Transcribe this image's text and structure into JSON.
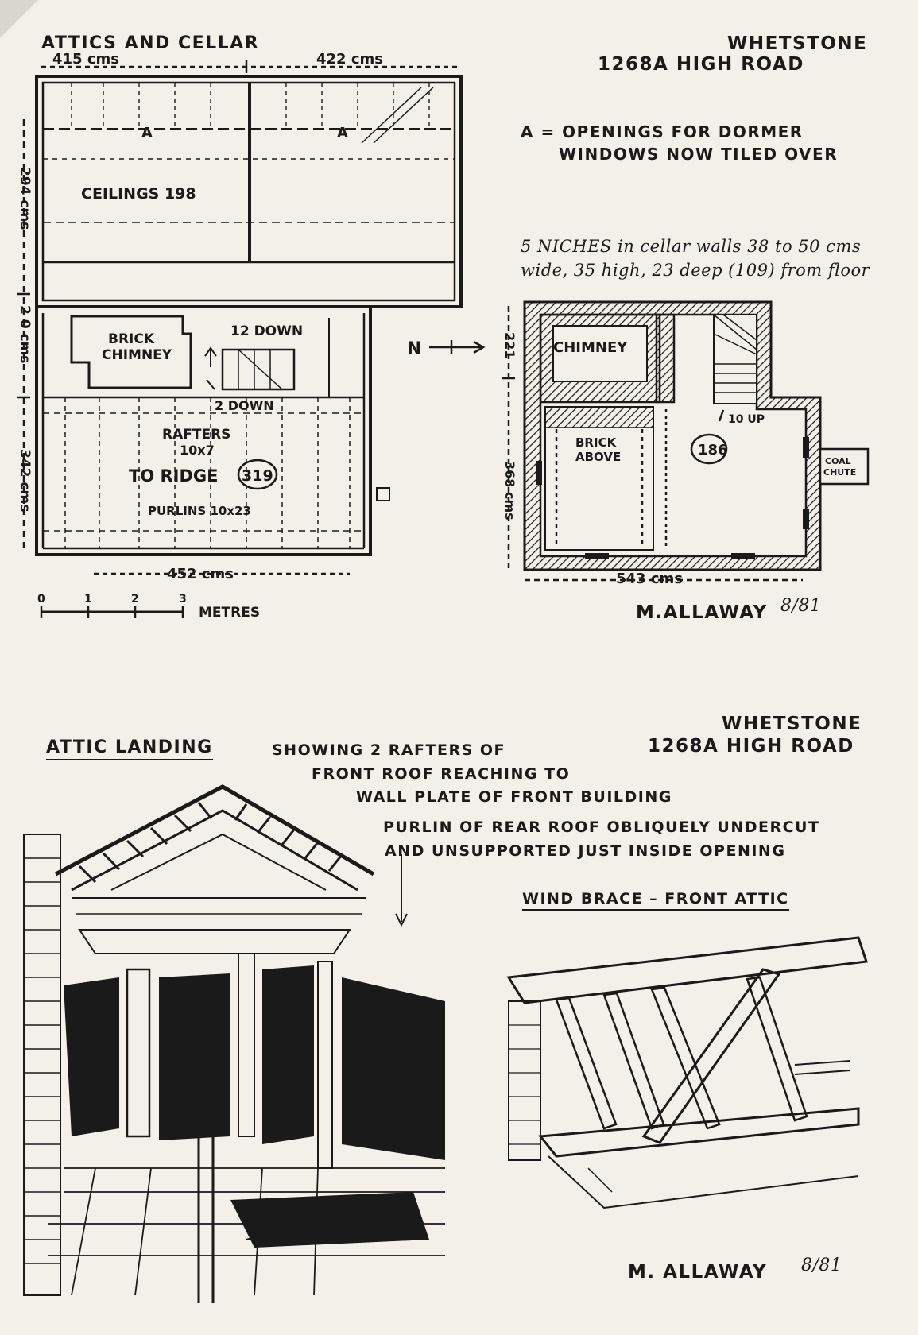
{
  "top": {
    "title": "ATTICS AND CELLAR",
    "site_line1": "WHETSTONE",
    "site_line2": "1268A  HIGH ROAD",
    "note_a": [
      "A = OPENINGS FOR DORMER",
      "WINDOWS  NOW TILED OVER"
    ],
    "note_niches": [
      "5 NICHES in cellar walls 38 to 50 cms",
      "wide, 35 high, 23 deep (109) from floor"
    ],
    "attic_plan": {
      "dim_top_left": "415 cms",
      "dim_top_right": "422 cms",
      "dim_left_1": "294 cms",
      "dim_left_2": "2 0 cms",
      "dim_left_3": "342 cms",
      "label_a1": "A",
      "label_a2": "A",
      "ceilings": "CEILINGS 198",
      "brick_chimney": [
        "BRICK",
        "CHIMNEY"
      ],
      "down_12": "12 DOWN",
      "down_2": "2 DOWN",
      "rafters": [
        "RAFTERS",
        "10x7"
      ],
      "to_ridge": "TO RIDGE",
      "ridge_value": "319",
      "purlins": "PURLINS 10x23",
      "dim_bottom": "452 cms"
    },
    "scale": {
      "ticks": [
        "0",
        "1",
        "2",
        "3"
      ],
      "label": "METRES"
    },
    "north": "N",
    "cellar_plan": {
      "dim_left_top": "221",
      "dim_left_main": "368 cms",
      "chimney": "CHIMNEY",
      "brick_above": [
        "BRICK",
        "ABOVE"
      ],
      "height": "186",
      "up_10": "10 UP",
      "coal_chute": [
        "COAL",
        "CHUTE"
      ],
      "dim_bottom": "543 cms"
    },
    "signature": "M.ALLAWAY",
    "date": "8/81"
  },
  "bottom": {
    "site_line1": "WHETSTONE",
    "site_line2": "1268A HIGH ROAD",
    "attic_landing": "ATTIC LANDING",
    "showing": [
      "SHOWING 2 RAFTERS OF",
      "FRONT ROOF  REACHING TO",
      "WALL PLATE OF FRONT BUILDING"
    ],
    "purlin": [
      "PURLIN OF REAR ROOF OBLIQUELY UNDERCUT",
      "AND UNSUPPORTED JUST INSIDE OPENING"
    ],
    "wind_brace": "WIND BRACE – FRONT ATTIC",
    "signature": "M. ALLAWAY",
    "date": "8/81"
  }
}
